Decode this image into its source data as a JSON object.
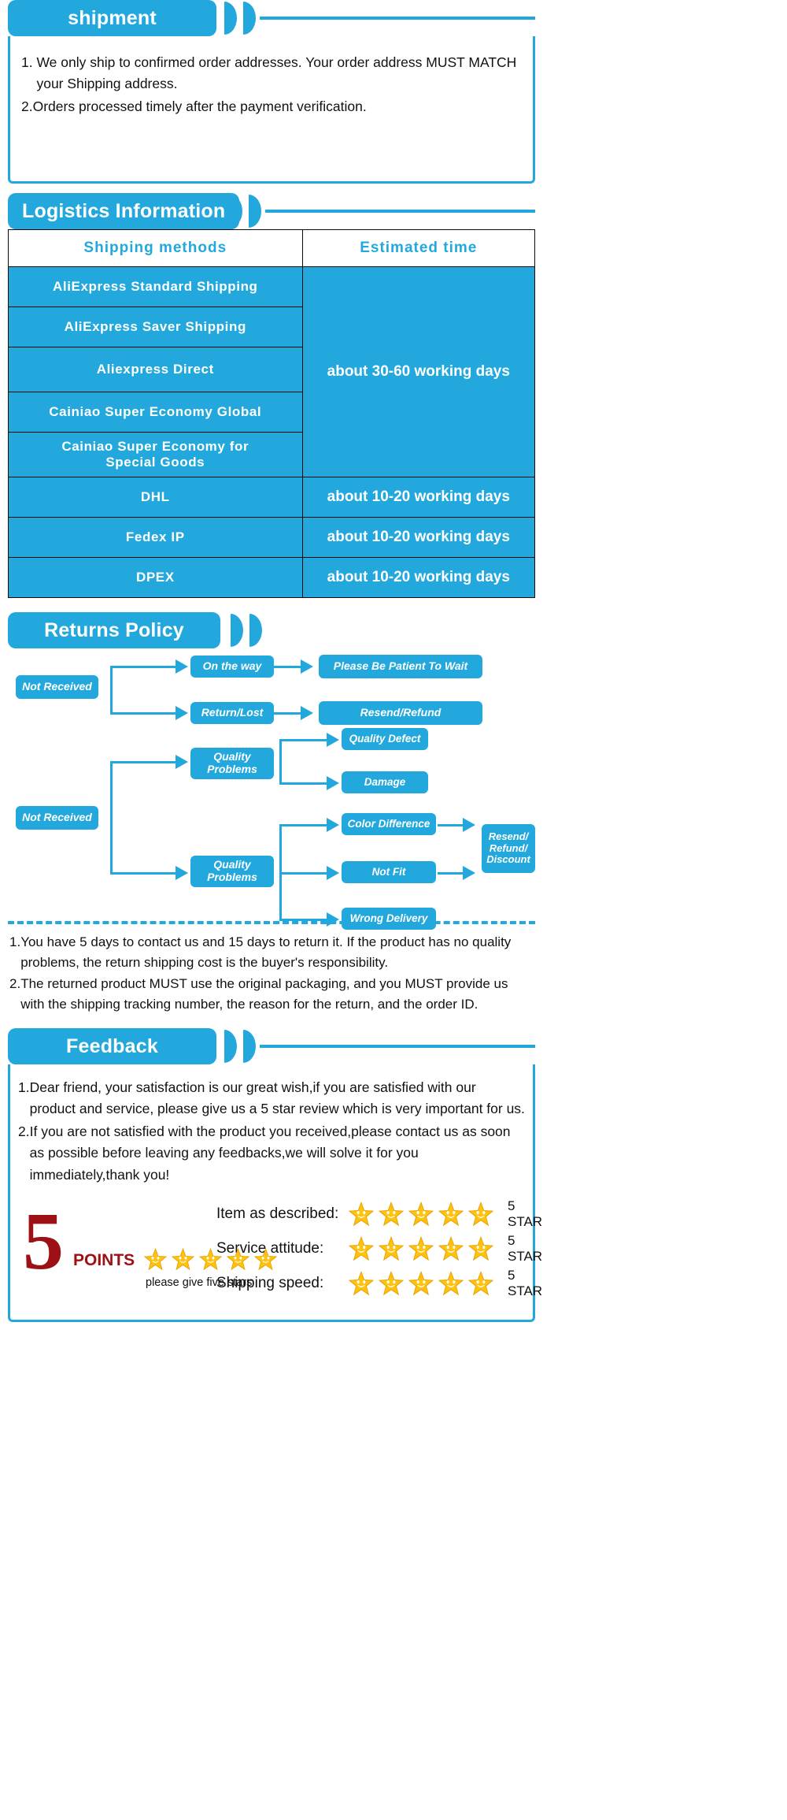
{
  "theme": {
    "accent": "#22a8dd",
    "red": "#9c1016",
    "star": "#FFC20E",
    "text": "#111111"
  },
  "sections": {
    "shipment": {
      "title": "shipment",
      "items": [
        {
          "num": "1. ",
          "text": "We only ship to confirmed order addresses. Your order address MUST MATCH your Shipping address."
        },
        {
          "num": "2.",
          "text": "Orders processed timely after the payment verification."
        }
      ]
    },
    "logistics": {
      "title": "Logistics Information",
      "table": {
        "headers": [
          "Shipping  methods",
          "Estimated  time"
        ],
        "rows": [
          {
            "method": "AliExpress  Standard  Shipping"
          },
          {
            "method": "AliExpress  Saver  Shipping"
          },
          {
            "method": "Aliexpress  Direct"
          },
          {
            "method": "Cainiao  Super  Economy  Global"
          },
          {
            "method": "Cainiao  Super  Economy  for\nSpecial  Goods"
          },
          {
            "method": "DHL",
            "est": "about 10-20 working days"
          },
          {
            "method": "Fedex  IP",
            "est": "about 10-20 working days"
          },
          {
            "method": "DPEX",
            "est": "about 10-20 working days"
          }
        ],
        "merged_est": "about 30-60 working days",
        "merged_est_rowspan": 5
      }
    },
    "returns": {
      "title": "Returns Policy",
      "flow_top": {
        "source": "Not Received",
        "branches": [
          {
            "label": "On the way",
            "result": "Please Be Patient To Wait"
          },
          {
            "label": "Return/Lost",
            "result": "Resend/Refund"
          }
        ]
      },
      "flow_bottom": {
        "source": "Not Received",
        "group_a": {
          "label": "Quality\nProblems",
          "leaves": [
            "Quality Defect",
            "Damage"
          ]
        },
        "group_b": {
          "label": "Quality\nProblems",
          "leaves": [
            "Color Difference",
            "Not Fit",
            "Wrong Delivery"
          ],
          "result": "Resend/\nRefund/\nDiscount"
        }
      },
      "policy": [
        {
          "num": "1.",
          "text": "You have 5 days to contact us and 15 days to return it. If the product has no quality problems, the return shipping cost is the buyer's responsibility."
        },
        {
          "num": "2.",
          "text": "The returned product MUST use the original packaging, and you MUST provide us with the shipping tracking number, the reason for the return, and the order ID."
        }
      ]
    },
    "feedback": {
      "title": "Feedback",
      "items": [
        {
          "num": "1.",
          "text": "Dear friend, your satisfaction is our great wish,if you are satisfied with our product and service, please give us a 5 star review which is very important for us."
        },
        {
          "num": "2.",
          "text": "If you are not satisfied with the product you received,please contact us as soon as possible before leaving any feedbacks,we will solve it for you immediately,thank you!"
        }
      ],
      "logo": {
        "number": "5",
        "points": "POINTS",
        "caption": "please give five stars",
        "stars": 5
      },
      "ratings": [
        {
          "label": "Item as described:",
          "stars": 5,
          "suffix": "5 STAR"
        },
        {
          "label": "Service attitude:",
          "stars": 5,
          "suffix": "5 STAR"
        },
        {
          "label": "Shipping speed:",
          "stars": 5,
          "suffix": "5 STAR"
        }
      ]
    }
  }
}
